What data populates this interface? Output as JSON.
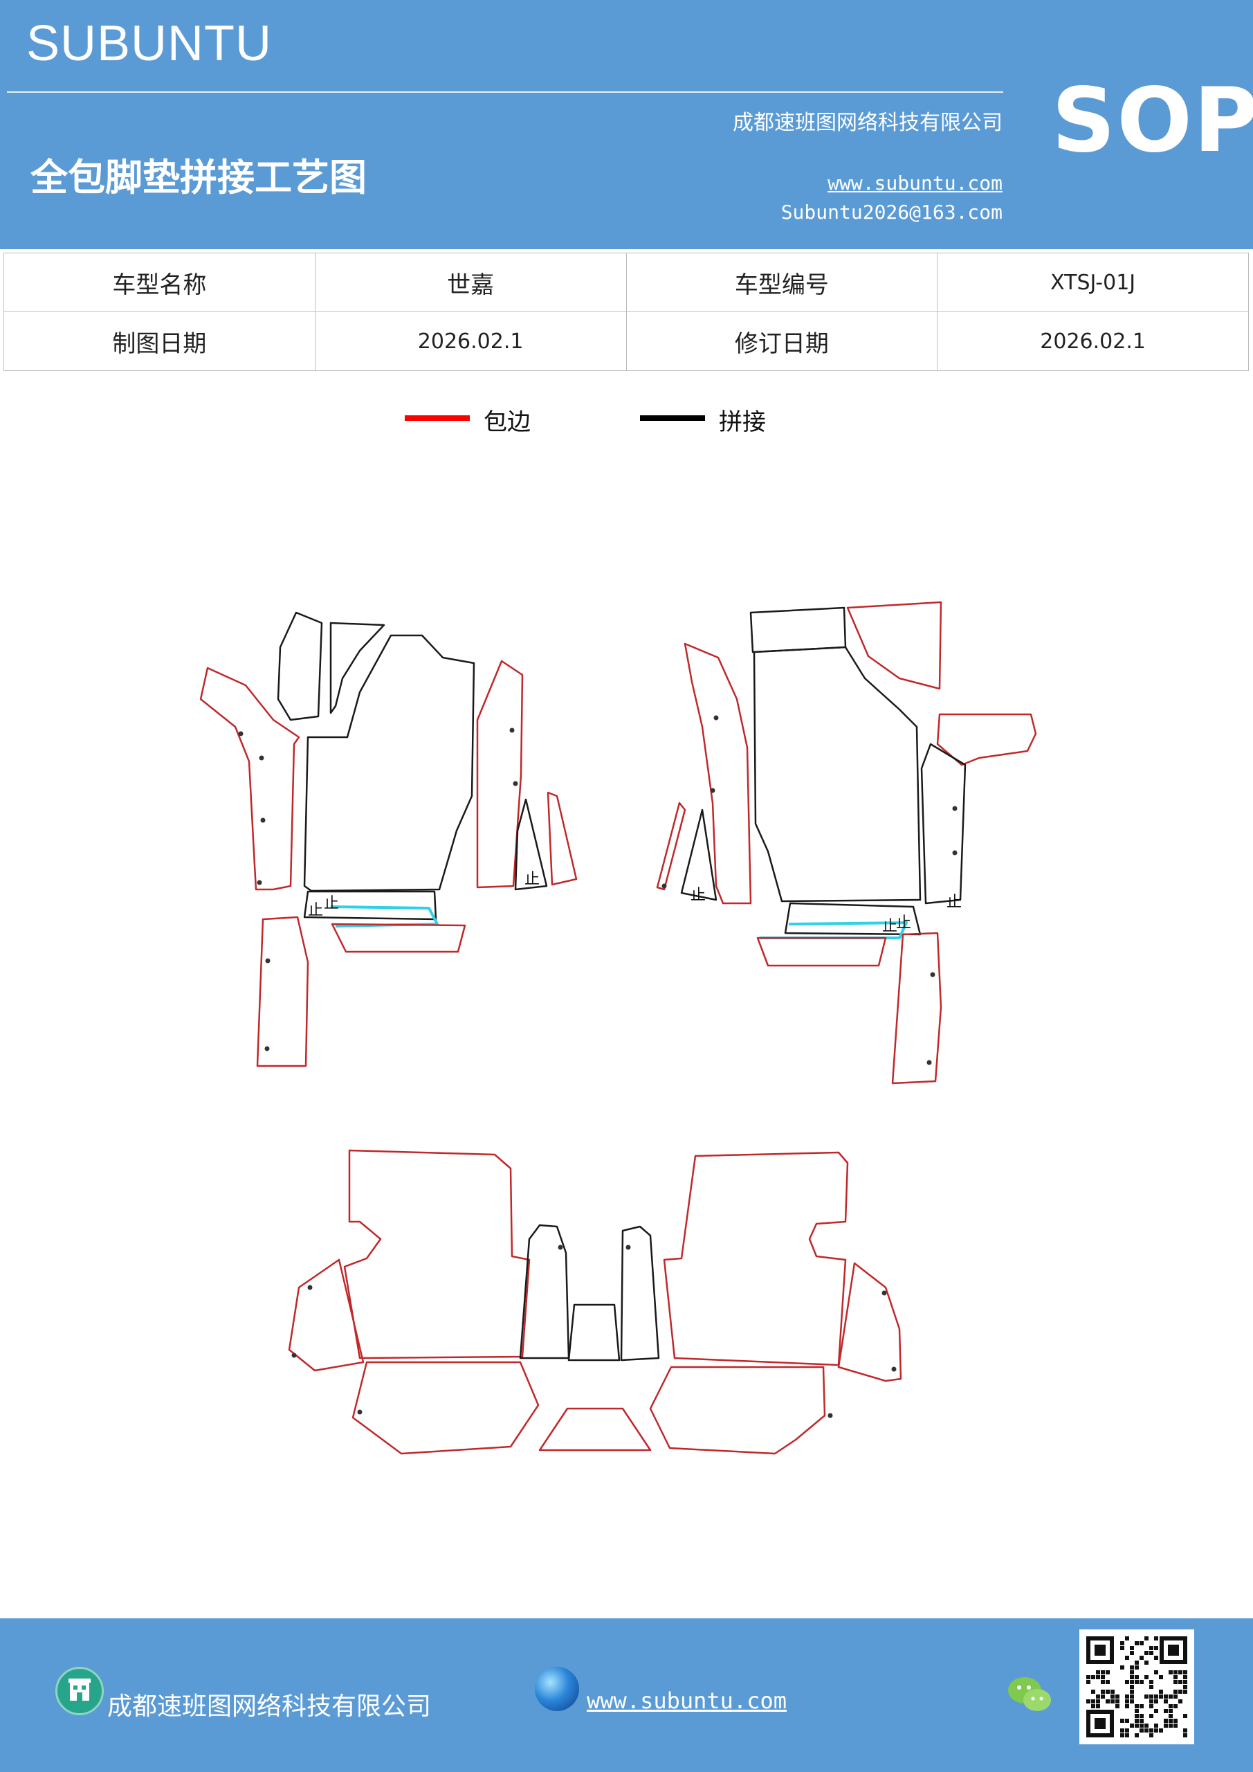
{
  "header": {
    "brand": "SUBUNTU",
    "company": "成都速班图网络科技有限公司",
    "title": "全包脚垫拼接工艺图",
    "website": "www.subuntu.com",
    "email": "Subuntu2026@163.com",
    "badge": "SOP"
  },
  "info_table": {
    "rows": [
      [
        "车型名称",
        "世嘉",
        "车型编号",
        "XTSJ-01J"
      ],
      [
        "制图日期",
        "2026.02.1",
        "修订日期",
        "2026.02.1"
      ]
    ]
  },
  "legend": {
    "items": [
      {
        "label": "包边",
        "color": "#ff0000"
      },
      {
        "label": "拼接",
        "color": "#000000"
      }
    ]
  },
  "drawing": {
    "stop_mark": "止",
    "colors": {
      "edge": "#c0282a",
      "seam": "#1a1a1a",
      "cyan": "#2ed1e6"
    }
  },
  "footer": {
    "company": "成都速班图网络科技有限公司",
    "website": "www.subuntu.com",
    "icons": [
      "building-icon",
      "globe-icon",
      "wechat-icon",
      "qr-code"
    ]
  }
}
